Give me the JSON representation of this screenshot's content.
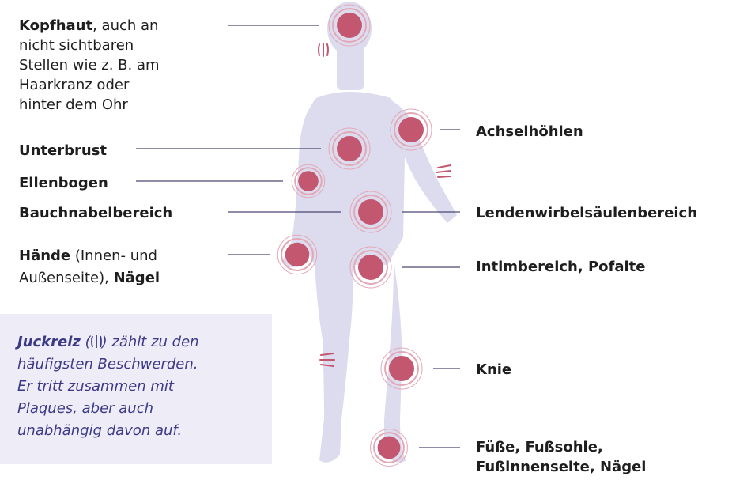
{
  "colors": {
    "body": "#dddbee",
    "spot": "#c45770",
    "ring": "#e3a8b6",
    "line": "#4a4870",
    "info_bg": "#eeedf7",
    "info_text": "#3c3a86"
  },
  "labels": {
    "kopfhaut": {
      "bold": "Kopfhaut",
      "rest1": ", auch an",
      "line2": "nicht sichtbaren",
      "line3": "Stellen wie z. B. am",
      "line4": "Haarkranz oder",
      "line5": "hinter dem Ohr"
    },
    "unterbrust": "Unterbrust",
    "ellenbogen": "Ellenbogen",
    "bauchnabel": "Bauchnabelbereich",
    "haende": {
      "bold1": "Hände",
      "rest1": " (Innen- und",
      "rest2": "Außenseite), ",
      "bold2": "Nägel"
    },
    "achsel": "Achselhöhlen",
    "lenden": "Lendenwirbelsäulenbereich",
    "intim": "Intimbereich, Pofalte",
    "knie": "Knie",
    "fuesse": {
      "line1": "Füße, Fußsohle,",
      "line2": "Fußinnenseite, Nägel"
    }
  },
  "info": {
    "highlight": "Juckreiz",
    "symbol_open": " (",
    "symbol_close": ")",
    "rest1": " zählt zu den",
    "line2": "häufigsten Beschwerden.",
    "line3": "Er tritt zusammen mit",
    "line4": "Plaques, aber auch",
    "line5": "unabhängig davon auf."
  }
}
